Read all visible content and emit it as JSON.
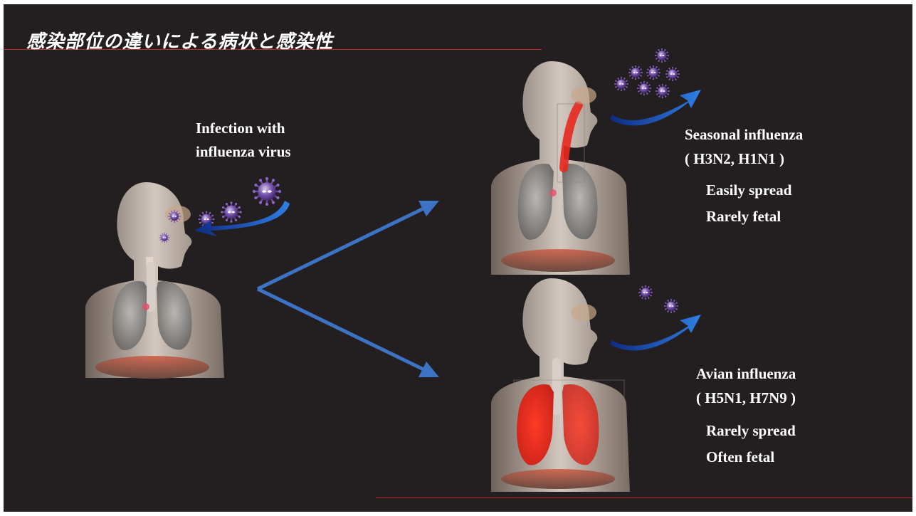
{
  "slide": {
    "title": "感染部位の違いによる病状と感染性"
  },
  "infection_label": {
    "line1": "Infection with",
    "line2": "influenza virus"
  },
  "seasonal": {
    "name": "Seasonal influenza",
    "subtypes": "( H3N2,  H1N1 )",
    "spread": "Easily spread",
    "severity": "Rarely fetal"
  },
  "avian": {
    "name": "Avian influenza",
    "subtypes": "( H5N1,  H7N9 )",
    "spread": "Rarely spread",
    "severity": "Often fetal"
  },
  "colors": {
    "background": "#231f20",
    "rule": "#c0292b",
    "arrow": "#3d73c4",
    "virus": "#5a3a8c",
    "inflammation": "#e8281e"
  }
}
